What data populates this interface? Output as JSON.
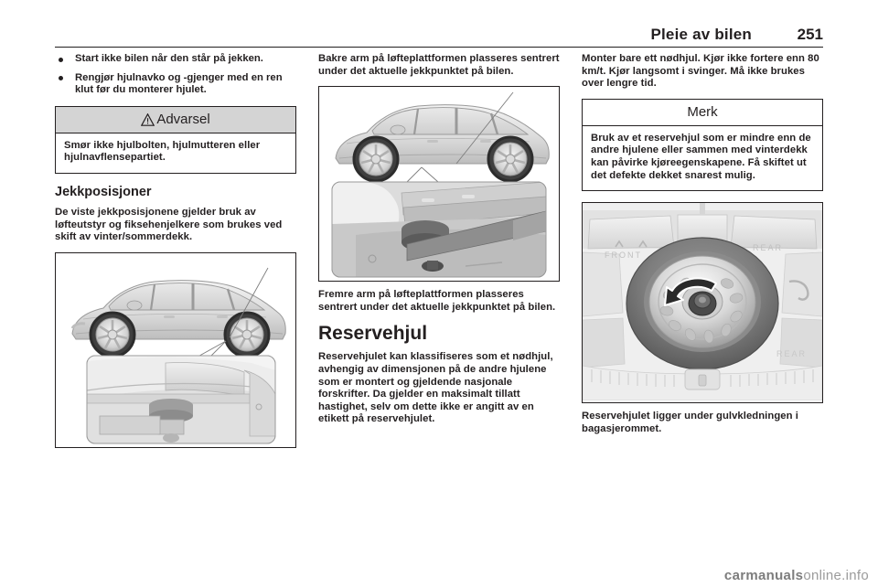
{
  "header": {
    "title": "Pleie av bilen",
    "page_number": "251"
  },
  "column1": {
    "bullets": [
      "Start ikke bilen når den står på jekken.",
      "Rengjør hjulnavko og -gjenger med en ren klut før du monterer hjulet."
    ],
    "warning": {
      "icon": "warning-triangle-icon",
      "title": "Advarsel",
      "body": "Smør ikke hjulbolten, hjulmutteren eller hjulnavflensepartiet."
    },
    "section_heading": "Jekkposisjoner",
    "paragraph": "De viste jekkposisjonene gjelder bruk av løfteutstyr og fiksehenjelkere som brukes ved skift av vinter/sommerdekk.",
    "figure_caption": "car-side-view-with-jack-point-detail"
  },
  "column2": {
    "paragraph_top": "Bakre arm på løfteplattformen plasseres sentrert under det aktuelle jekkpunktet på bilen.",
    "figure_caption": "car-side-view-with-lift-arm-detail",
    "paragraph_mid": "Fremre arm på løfteplattformen plasseres sentrert under det aktuelle jekkpunktet på bilen.",
    "section_heading": "Reservehjul",
    "paragraph_bottom": "Reservehjulet kan klassifiseres som et nødhjul, avhengig av dimensjonen på de andre hjulene som er montert og gjeldende nasjonale forskrifter. Da gjelder en maksimalt tillatt hastighet, selv om dette ikke er angitt av en etikett på reservehjulet."
  },
  "column3": {
    "paragraph_top": "Monter bare ett nødhjul. Kjør ikke fortere enn 80 km/t. Kjør langsomt i svinger. Må ikke brukes over lengre tid.",
    "note": {
      "title": "Merk",
      "body": "Bruk av et reservehjul som er mindre enn de andre hjulene eller sammen med vinterdekk kan påvirke kjøreegenskapene. Få skiftet ut det defekte dekket snarest mulig."
    },
    "figure_caption": "spare-wheel-in-boot-well",
    "paragraph_bottom": "Reservehjulet ligger under gulvkledningen i bagasjerommet."
  },
  "footer": {
    "brand_prefix": "carmanuals",
    "brand_suffix": "online.info"
  },
  "colors": {
    "ink": "#231f20",
    "warning_header_bg": "#d4d4d4",
    "page_bg": "#ffffff"
  }
}
